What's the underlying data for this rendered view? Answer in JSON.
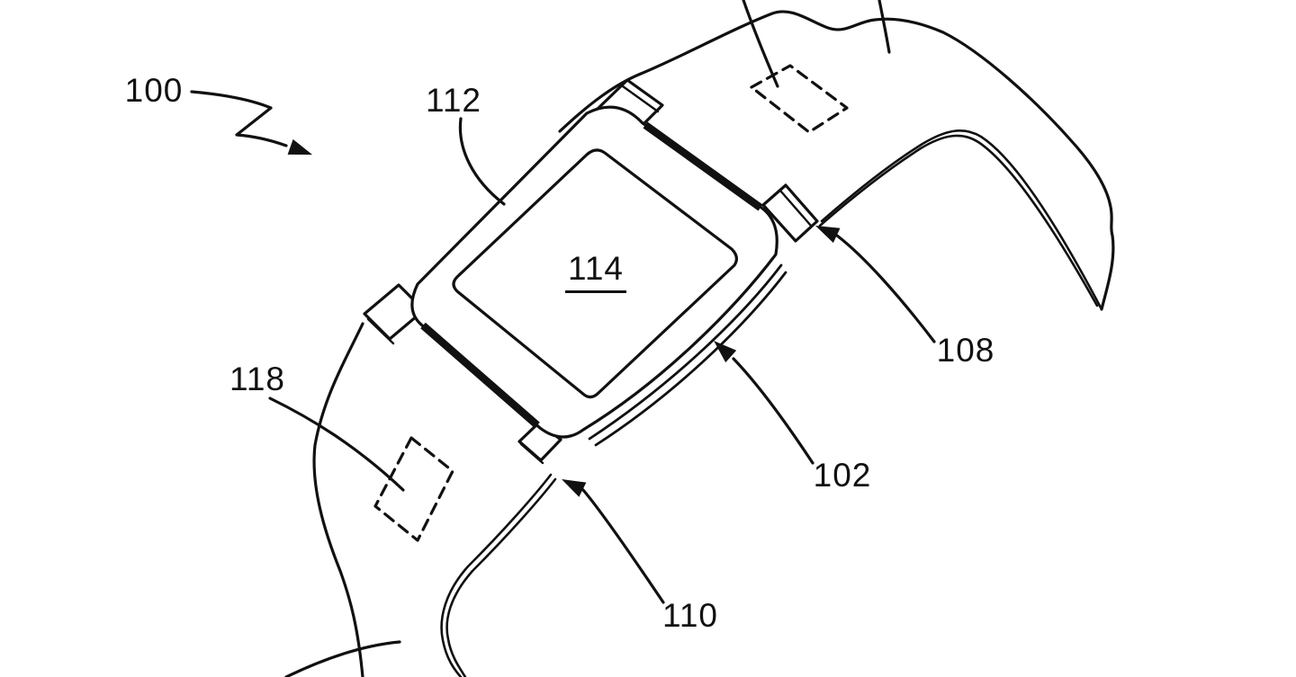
{
  "figure": {
    "description": "Patent-style line drawing of a wrist-worn electronic device (watch body with display and wristband), perspective view, black ink on white",
    "background_color": "#ffffff",
    "line_color": "#111111",
    "labels": {
      "l100": {
        "text": "100"
      },
      "l112": {
        "text": "112"
      },
      "l114": {
        "text": "114"
      },
      "l108": {
        "text": "108"
      },
      "l102": {
        "text": "102"
      },
      "l110": {
        "text": "110"
      },
      "l118": {
        "text": "118"
      }
    }
  }
}
